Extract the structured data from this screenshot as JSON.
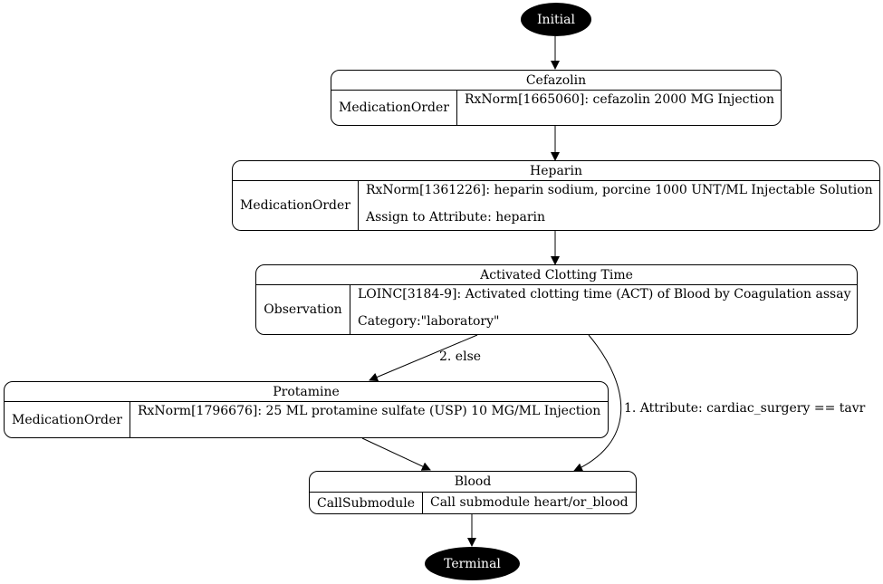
{
  "start": {
    "label": "Initial"
  },
  "end": {
    "label": "Terminal"
  },
  "nodes": {
    "cefazolin": {
      "title": "Cefazolin",
      "type": "MedicationOrder",
      "details": [
        "RxNorm[1665060]: cefazolin 2000 MG Injection"
      ]
    },
    "heparin": {
      "title": "Heparin",
      "type": "MedicationOrder",
      "details": [
        "RxNorm[1361226]: heparin sodium, porcine 1000 UNT/ML Injectable Solution",
        "Assign to Attribute: heparin"
      ]
    },
    "act": {
      "title": "Activated Clotting Time",
      "type": "Observation",
      "details": [
        "LOINC[3184-9]: Activated clotting time (ACT) of Blood by Coagulation assay",
        "Category:\"laboratory\""
      ]
    },
    "protamine": {
      "title": "Protamine",
      "type": "MedicationOrder",
      "details": [
        "RxNorm[1796676]: 25 ML protamine sulfate (USP) 10 MG/ML Injection"
      ]
    },
    "blood": {
      "title": "Blood",
      "type": "CallSubmodule",
      "details": [
        "Call submodule heart/or_blood"
      ]
    }
  },
  "edges": {
    "else_label": "2. else",
    "attribute_label": "1. Attribute: cardiac_surgery == tavr"
  }
}
